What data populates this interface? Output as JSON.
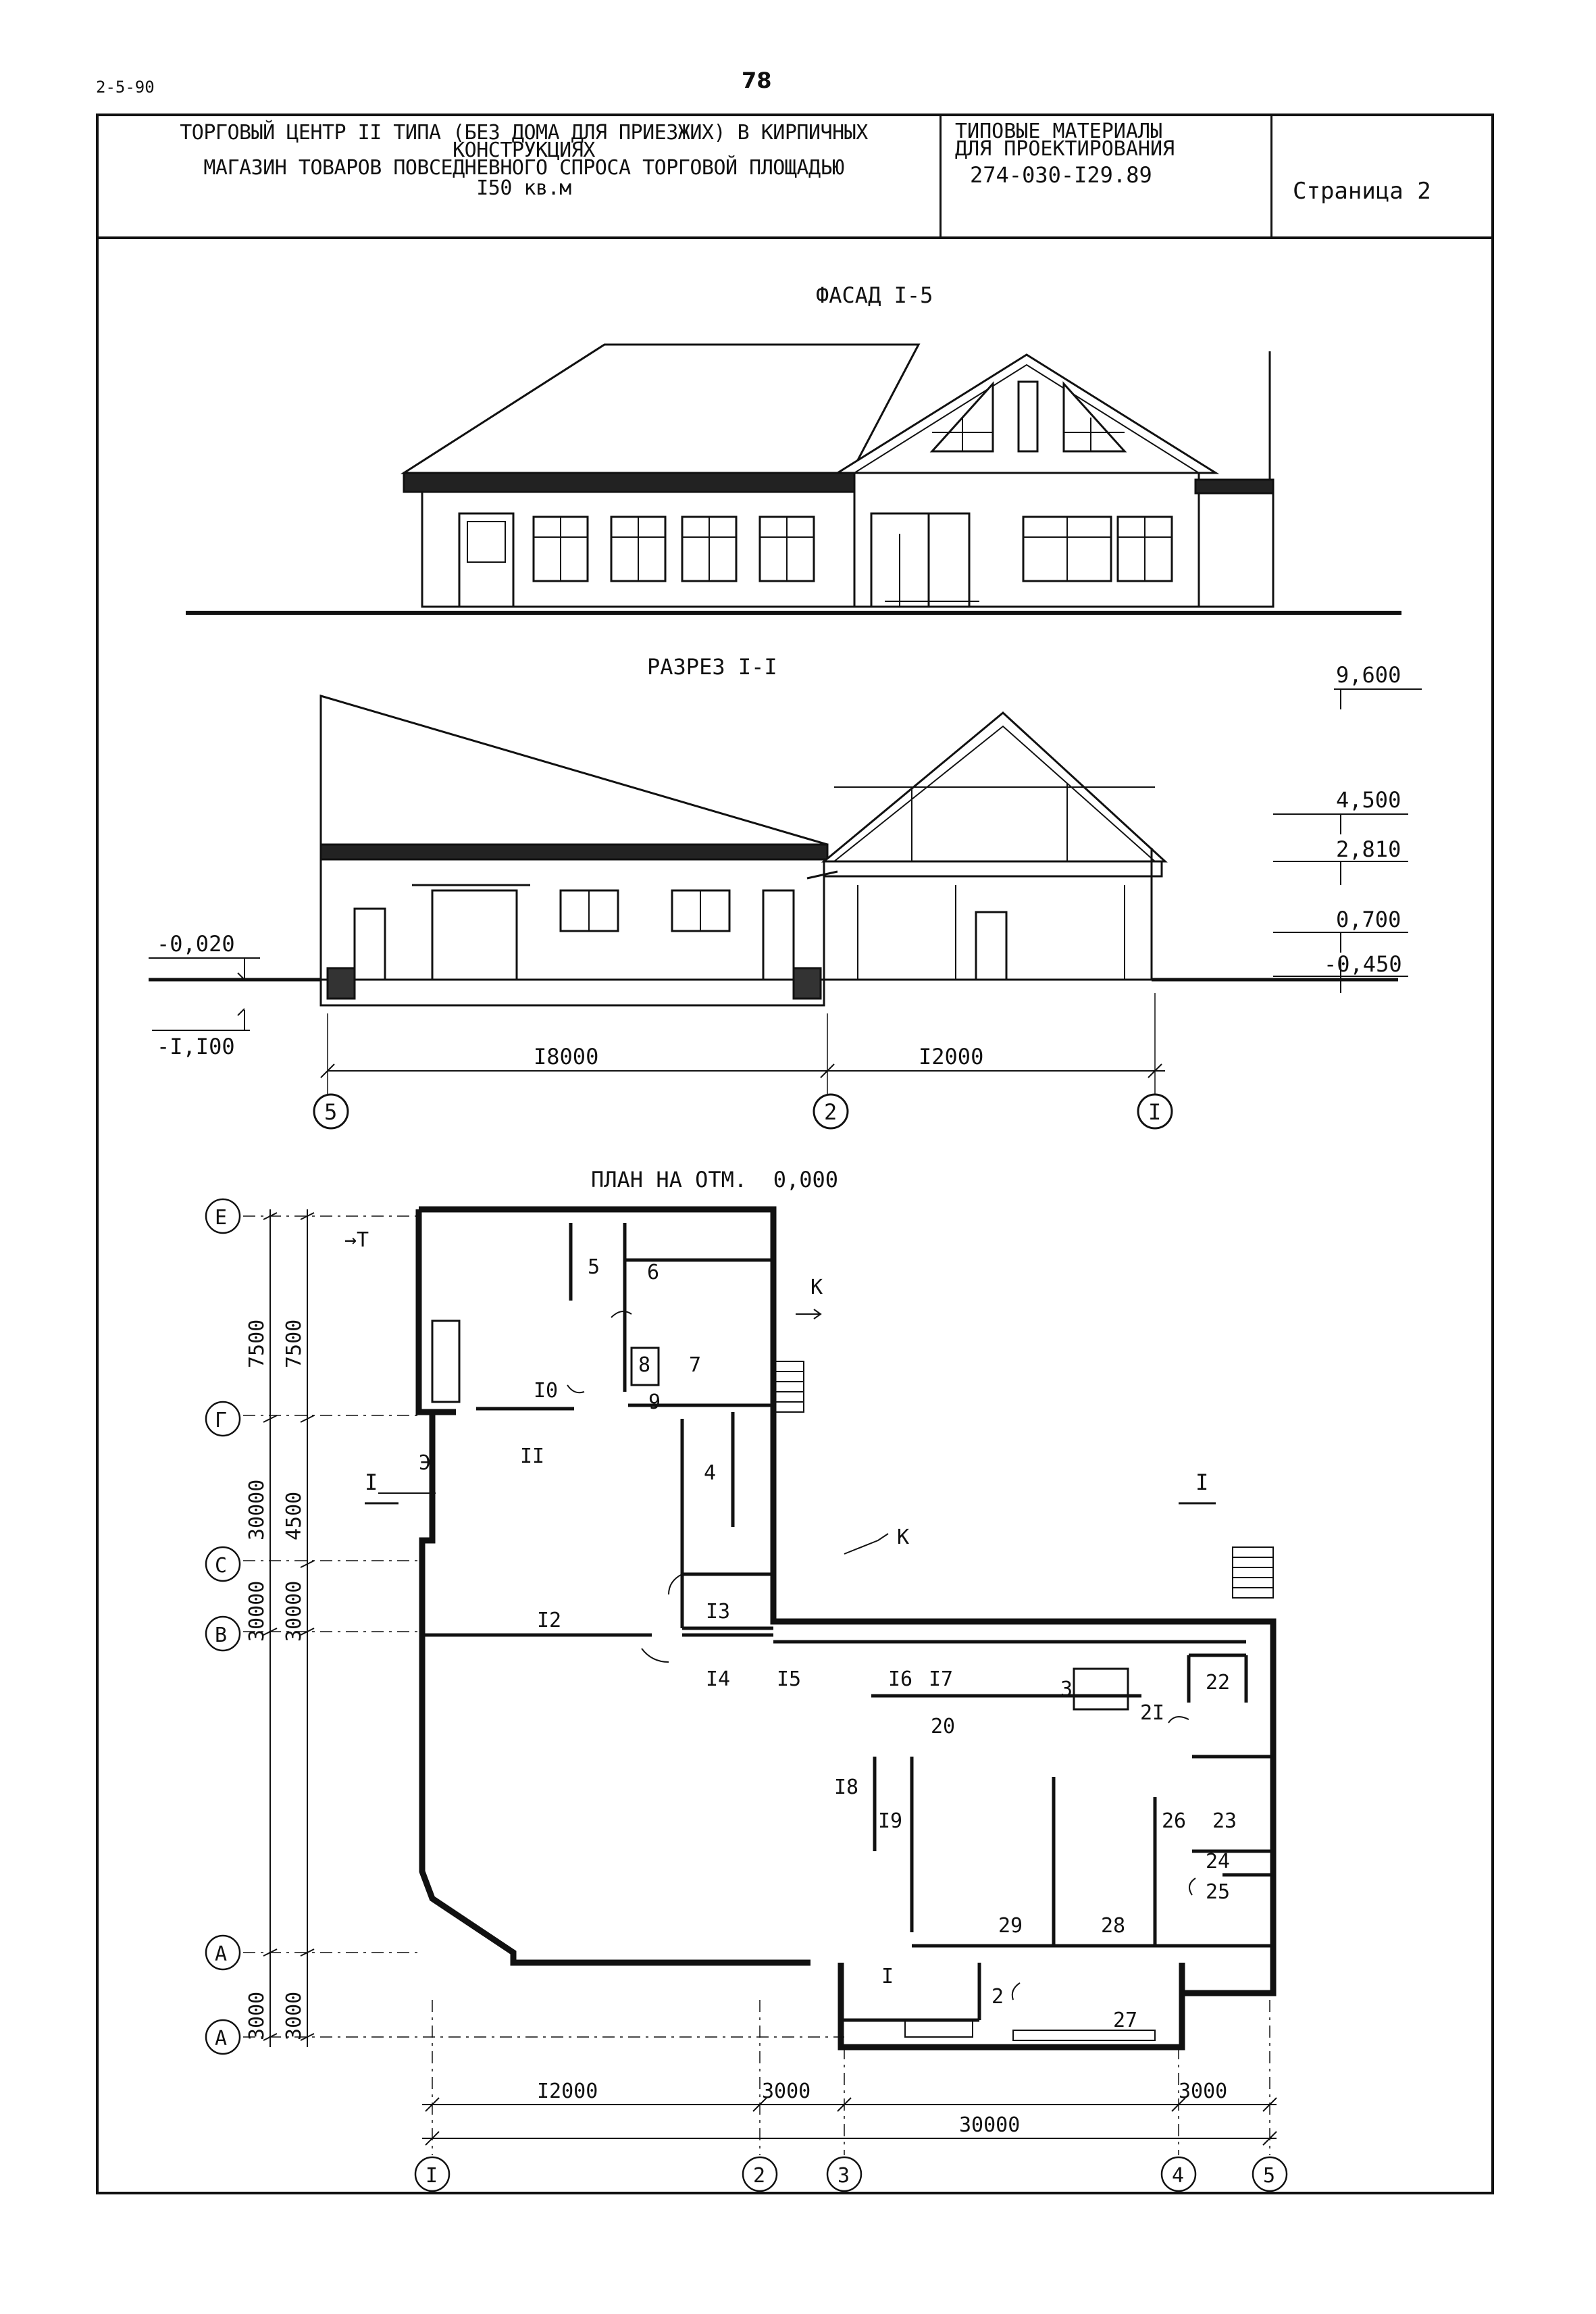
{
  "header": {
    "doc_code": "2-5-90",
    "page_number": "78"
  },
  "title_block": {
    "line1": "ТОРГОВЫЙ ЦЕНТР II ТИПА (БЕЗ ДОМА ДЛЯ ПРИЕЗЖИХ) В КИРПИЧНЫХ",
    "line2": "КОНСТРУКЦИЯХ",
    "line3": "МАГАЗИН ТОВАРОВ ПОВСЕДНЕВНОГО СПРОСА ТОРГОВОЙ ПЛОЩАДЬЮ",
    "line4": "I50 кв.м",
    "series_line1": "ТИПОВЫЕ МАТЕРИАЛЫ",
    "series_line2": "ДЛЯ ПРОЕКТИРОВАНИЯ",
    "series_code": "274-030-I29.89",
    "sheet_label": "Страница 2"
  },
  "facade": {
    "title": "ФАСАД I-5"
  },
  "section": {
    "title": "РАЗРЕЗ I-I",
    "elevations": [
      "9,600",
      "4,500",
      "2,810",
      "0,700",
      "-0,450"
    ],
    "left_elevations": [
      "-0,020",
      "-I,I00"
    ],
    "dims": [
      "I8000",
      "I2000"
    ],
    "axes": [
      "5",
      "2",
      "I"
    ]
  },
  "plan": {
    "title": "ПЛАН НА ОТМ.  0,000",
    "row_axes": [
      "Е",
      "Г",
      "С",
      "В",
      "А",
      "А"
    ],
    "col_axes": [
      "I",
      "2",
      "3",
      "4",
      "5"
    ],
    "left_dims_outer": [
      "7500",
      "30000",
      "30000",
      "3000"
    ],
    "left_dims_inner": [
      "7500",
      "4500",
      "30000",
      "3000"
    ],
    "bottom_dims": [
      "I2000",
      "3000",
      "30000",
      "3000"
    ],
    "entry_marks": [
      "→Т",
      "К",
      "К",
      "Э"
    ],
    "section_marks": [
      "I",
      "I"
    ],
    "rooms": [
      "I",
      "2",
      "3",
      "4",
      "5",
      "6",
      "7",
      "8",
      "9",
      "I0",
      "II",
      "I2",
      "I3",
      "I4",
      "I5",
      "I6",
      "I7",
      "I8",
      "I9",
      "20",
      "2I",
      "22",
      "23",
      "24",
      "25",
      "26",
      "27",
      "28",
      "29"
    ]
  }
}
